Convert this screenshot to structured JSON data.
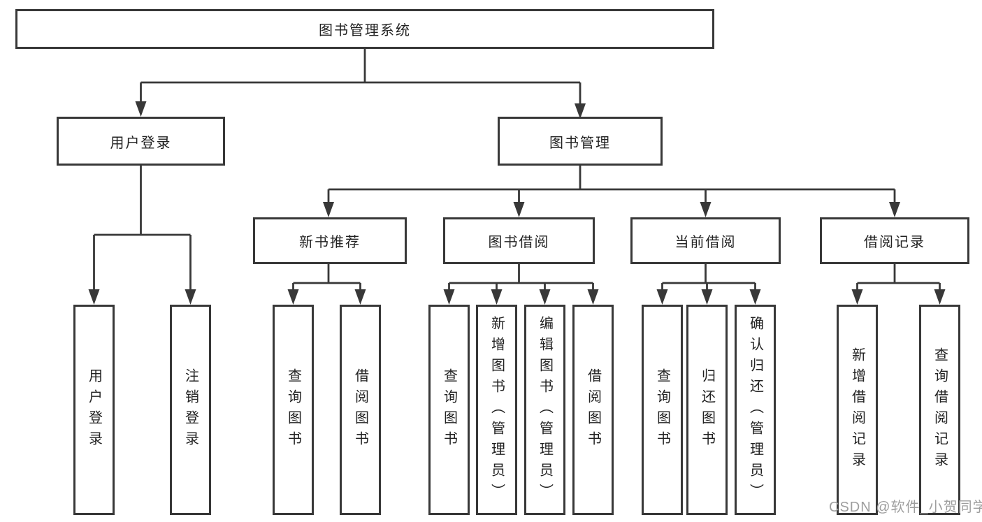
{
  "diagram": {
    "title": "图书管理系统",
    "type": "functional-structure-tree",
    "colors": {
      "line": "#383838",
      "text": "#222222",
      "background": "#ffffff",
      "watermark": "#9e9e9e"
    },
    "tree": {
      "root": "图书管理系统",
      "children": [
        {
          "label": "用户登录",
          "children": [
            "用户登录",
            "注销登录"
          ]
        },
        {
          "label": "图书管理",
          "children": [
            {
              "label": "新书推荐",
              "children": [
                "查询图书",
                "借阅图书"
              ]
            },
            {
              "label": "图书借阅",
              "children": [
                "查询图书",
                "新增图书（管理员）",
                "编辑图书（管理员）",
                "借阅图书"
              ]
            },
            {
              "label": "当前借阅",
              "children": [
                "查询图书",
                "归还图书",
                "确认归还（管理员）"
              ]
            },
            {
              "label": "借阅记录",
              "children": [
                "新增借阅记录",
                "查询借阅记录"
              ]
            }
          ]
        }
      ]
    },
    "watermark": "CSDN @软件_小贺同学"
  }
}
